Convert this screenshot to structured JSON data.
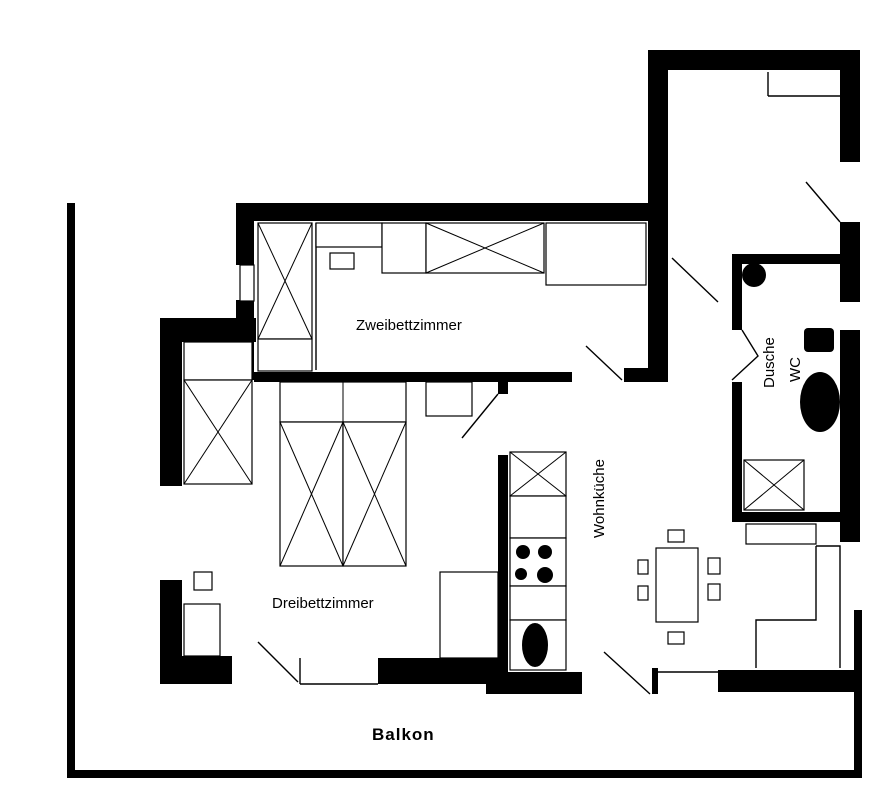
{
  "plan": {
    "rooms": {
      "zweibettzimmer": "Zweibettzimmer",
      "dreibettzimmer": "Dreibettzimmer",
      "wohnkueche": "Wohnküche",
      "dusche": "Dusche",
      "wc": "WC",
      "balkon": "Balkon"
    }
  },
  "colors": {
    "wall": "#000000",
    "background": "#ffffff"
  }
}
